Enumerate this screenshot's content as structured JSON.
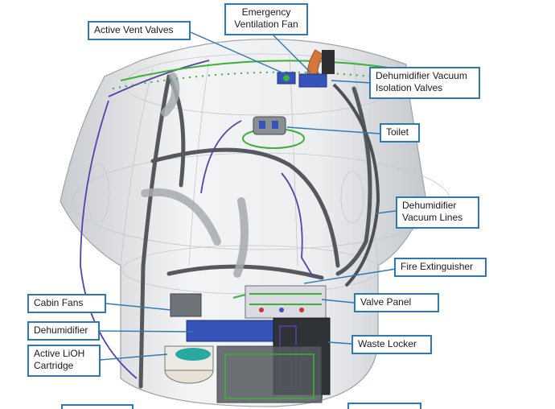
{
  "callouts": {
    "emergency_ventilation_fan": "Emergency\nVentilation Fan",
    "active_vent_valves": "Active Vent Valves",
    "dehumidifier_vacuum_isolation_valves": "Dehumidifier Vacuum\nIsolation Valves",
    "toilet": "Toilet",
    "dehumidifier_vacuum_lines": "Dehumidifier\nVacuum Lines",
    "fire_extinguisher": "Fire Extinguisher",
    "cabin_fans": "Cabin Fans",
    "valve_panel": "Valve Panel",
    "dehumidifier": "Dehumidifier",
    "waste_locker": "Waste Locker",
    "active_lioh_cartridge": "Active LiOH\nCartridge"
  },
  "colors": {
    "callout_border": "#2e78b4",
    "leader_line": "#2e78b4",
    "capsule_wireframe": "#b9bdc2",
    "green_piping": "#3fae3a",
    "purple_wiring": "#5a3fa8",
    "blue_components": "#3553b8",
    "fan_orange": "#d8763a"
  }
}
